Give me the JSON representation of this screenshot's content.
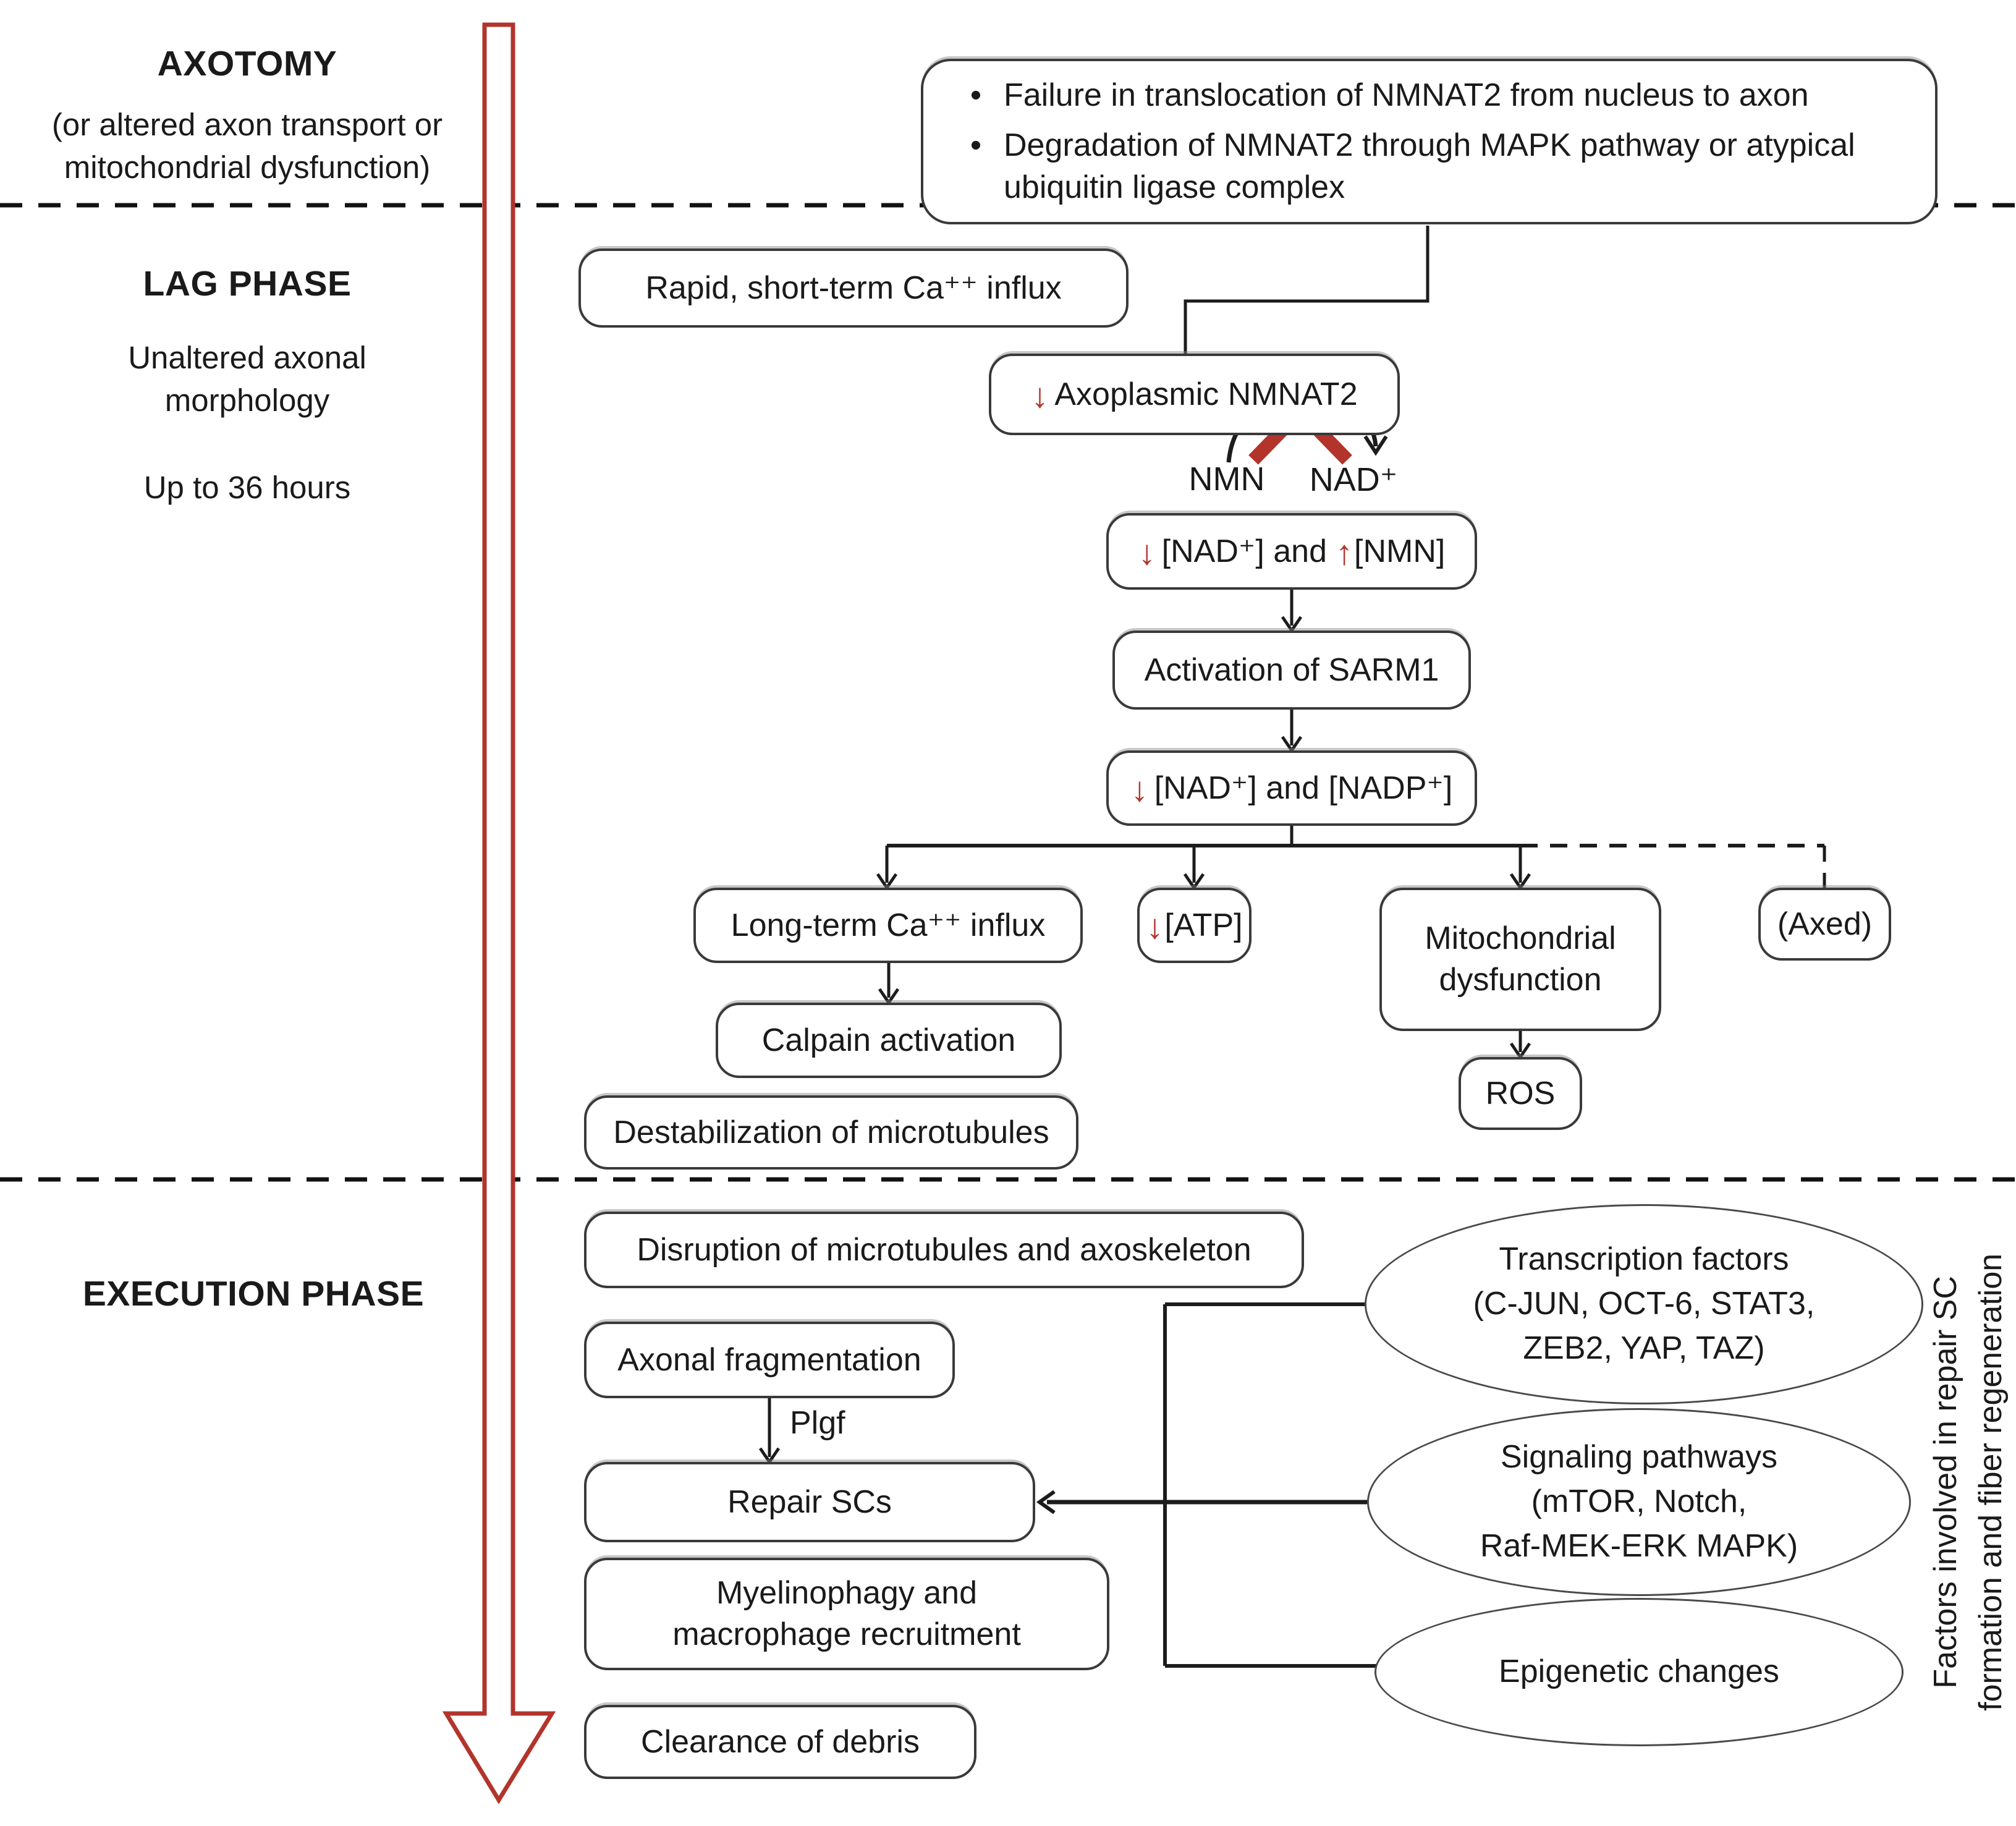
{
  "palette": {
    "accent_red": "#b2342b",
    "line_black": "#1c1c1c",
    "box_border": "#3a3a3a"
  },
  "phases": {
    "axotomy": {
      "title": "AXOTOMY",
      "subtitle": "(or altered axon transport or\nmitochondrial dysfunction)"
    },
    "lag": {
      "title": "LAG PHASE",
      "note1": "Unaltered axonal\nmorphology",
      "note2": "Up to 36 hours"
    },
    "execution": {
      "title": "EXECUTION PHASE"
    }
  },
  "nodes": {
    "causes": {
      "bullet_glyph": "•",
      "bullets": [
        "Failure in translocation of NMNAT2 from nucleus to axon",
        "Degradation of NMNAT2 through MAPK pathway or atypical ubiquitin ligase complex"
      ]
    },
    "rapid_ca": {
      "text": "Rapid, short-term Ca⁺⁺ influx"
    },
    "axoplasmic_nmnat2": {
      "down_arrow": "↓",
      "text": "Axoplasmic NMNAT2"
    },
    "nmn_label": "NMN",
    "nad_label": "NAD⁺",
    "nad_nmn": {
      "down_arrow": "↓",
      "text1": "[NAD⁺] and",
      "up_arrow": "↑",
      "text2": "[NMN]"
    },
    "sarm1": {
      "text": "Activation of SARM1"
    },
    "nad_nadp": {
      "down_arrow": "↓",
      "text": "[NAD⁺] and [NADP⁺]"
    },
    "longterm_ca": {
      "text": "Long-term Ca⁺⁺ influx"
    },
    "atp": {
      "down_arrow": "↓",
      "text": "[ATP]"
    },
    "mitochondrial": {
      "text": "Mitochondrial\ndysfunction"
    },
    "axed": {
      "text": "(Axed)"
    },
    "calpain": {
      "text": "Calpain activation"
    },
    "ros": {
      "text": "ROS"
    },
    "destabilization": {
      "text": "Destabilization of microtubules"
    },
    "disruption": {
      "text": "Disruption of microtubules and axoskeleton"
    },
    "fragmentation": {
      "text": "Axonal fragmentation"
    },
    "plgf_label": "Plgf",
    "repair_sc": {
      "text": "Repair SCs"
    },
    "myelinophagy": {
      "text": "Myelinophagy and\nmacrophage recruitment"
    },
    "clearance": {
      "text": "Clearance of debris"
    }
  },
  "ellipses": {
    "transcription": {
      "text": "Transcription factors\n(C-JUN, OCT-6, STAT3,\nZEB2, YAP, TAZ)"
    },
    "signaling": {
      "text": "Signaling pathways\n(mTOR, Notch,\nRaf-MEK-ERK MAPK)"
    },
    "epigenetic": {
      "text": "Epigenetic changes"
    }
  },
  "side_note": "Factors involved in repair SC\nformation and fiber regeneration"
}
